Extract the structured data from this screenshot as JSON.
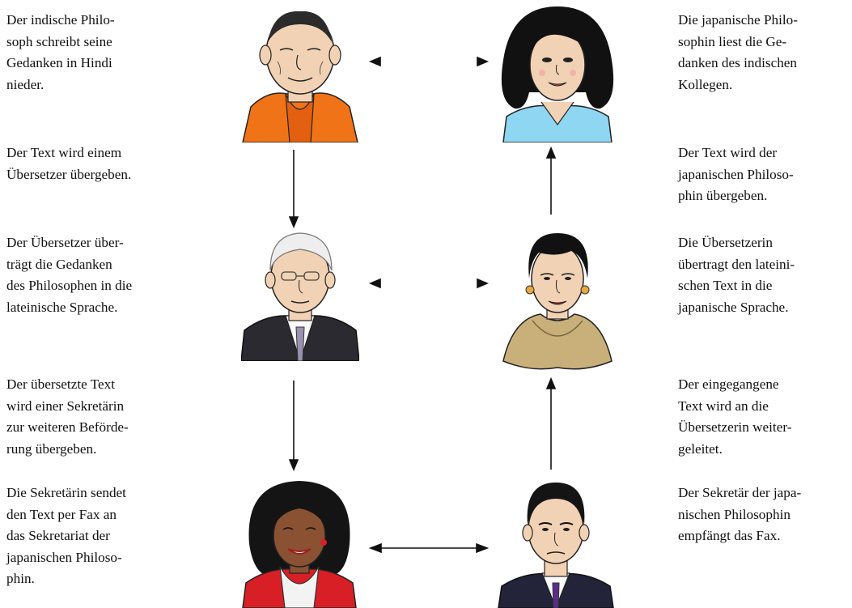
{
  "steps": {
    "indian_philosopher": "Der indische Philo-\nsoph schreibt seine\nGedanken in Hindi\nnieder.",
    "to_translator": "Der Text wird einem\nÜbersetzer übergeben.",
    "translator_latin": "Der Übersetzer über-\nträgt die Gedanken\ndes Philosophen in die\nlateinische Sprache.",
    "to_secretary": "Der übersetzte Text\nwird einer Sekretärin\nzur weiteren Beförde-\nrung übergeben.",
    "secretary_fax": "Die Sekretärin sendet\nden Text per Fax an\ndas Sekretariat der\njapanischen Philoso-\nphin.",
    "japanese_philosopher": "Die japanische Philo-\nsophin liest die Ge-\ndanken des indischen\nKollegen.",
    "to_japanese_philosopher": "Der Text wird der\njapanischen Philoso-\nphin übergeben.",
    "translator_japanese": "Die Übersetzerin\nübertragt den lateini-\nschen Text in die\njapanische Sprache.",
    "forwarded": "Der eingegangene\nText wird an die\nÜbersetzerin weiter-\ngeleitet.",
    "secretary_receives": "Der Sekretär der japa-\nnischen Philosophin\nempfängt das Fax."
  },
  "colors": {
    "robe": "#f07318",
    "blue_top": "#8fd6f2",
    "scarf": "#c9b07a",
    "red_jacket": "#d81f26",
    "skin": "#f2d2b4",
    "dark_suit": "#2a2a35",
    "arrow": "#111111"
  }
}
